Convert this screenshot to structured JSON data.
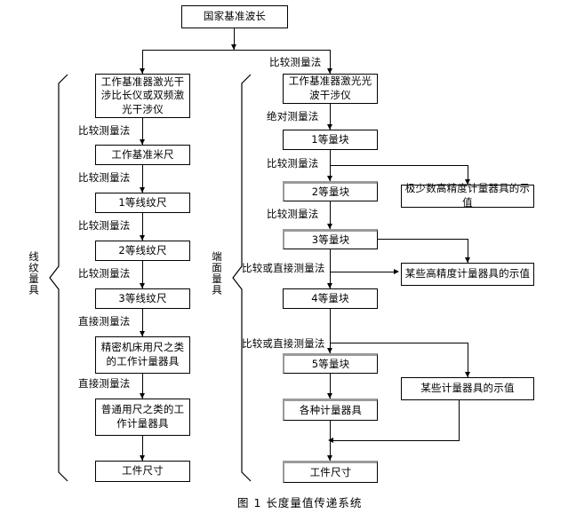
{
  "caption": "图 1 长度量值传递系统",
  "groups": {
    "left_label": "线纹量具",
    "right_label": "端面量具"
  },
  "root": {
    "label": "国家基准波长"
  },
  "left_column": {
    "boxes": [
      {
        "label": "工作基准器激光干涉比长仪或双频激光干涉仪"
      },
      {
        "label": "工作基准米尺"
      },
      {
        "label": "1等线纹尺"
      },
      {
        "label": "2等线纹尺"
      },
      {
        "label": "3等线纹尺"
      },
      {
        "label": "精密机床用尺之类的工作计量器具"
      },
      {
        "label": "普通用尺之类的工作计量器具"
      },
      {
        "label": "工件尺寸"
      }
    ],
    "edge_labels": [
      "比较测量法",
      "比较测量法",
      "比较测量法",
      "比较测量法",
      "直接测量法",
      "直接测量法"
    ]
  },
  "right_column": {
    "top_edge_label": "比较测量法",
    "boxes": [
      {
        "label": "工作基准器激光光波干涉仪"
      },
      {
        "label": "1等量块"
      },
      {
        "label": "2等量块"
      },
      {
        "label": "3等量块"
      },
      {
        "label": "4等量块"
      },
      {
        "label": "5等量块"
      },
      {
        "label": "各种计量器具"
      },
      {
        "label": "工件尺寸"
      }
    ],
    "edge_labels": [
      "绝对测量法",
      "比较测量法",
      "比较测量法",
      "比较或直接测量法",
      "比较或直接测量法"
    ]
  },
  "side_boxes": [
    {
      "label": "极少数高精度计量器具的示值"
    },
    {
      "label": "某些高精度计量器具的示值"
    },
    {
      "label": "某些计量器具的示值"
    }
  ]
}
